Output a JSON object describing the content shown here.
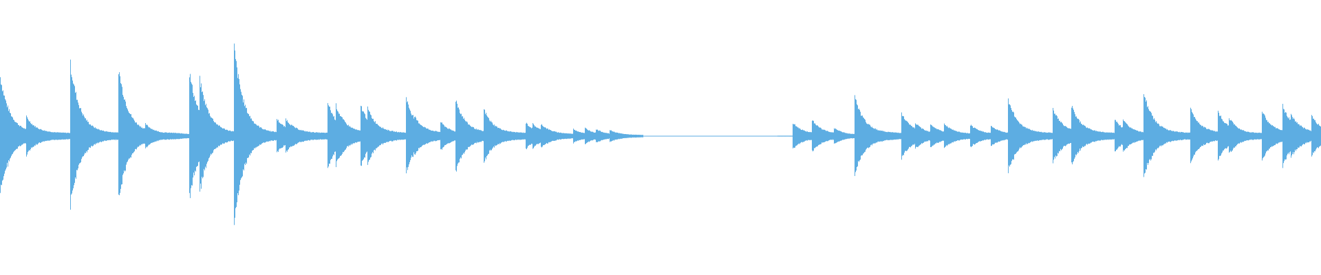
{
  "waveform": {
    "color": "#5DADE2",
    "background": "#FFFFFF",
    "duration_units": 1920,
    "silence_gap": {
      "start": 935,
      "end": 1130
    },
    "onsets": [
      {
        "t": 0,
        "amp": 0.58,
        "tail_floor": 0.03
      },
      {
        "t": 38,
        "amp": 0.19,
        "tail_floor": 0.03
      },
      {
        "t": 102,
        "amp": 0.7,
        "tail_floor": 0.03
      },
      {
        "t": 172,
        "amp": 0.66,
        "tail_floor": 0.03
      },
      {
        "t": 211,
        "amp": 0.12,
        "tail_floor": 0.02
      },
      {
        "t": 275,
        "amp": 0.62,
        "tail_floor": 0.03
      },
      {
        "t": 290,
        "amp": 0.55,
        "tail_floor": 0.03
      },
      {
        "t": 340,
        "amp": 0.86,
        "tail_floor": 0.03
      },
      {
        "t": 402,
        "amp": 0.17,
        "tail_floor": 0.03
      },
      {
        "t": 415,
        "amp": 0.17,
        "tail_floor": 0.03
      },
      {
        "t": 476,
        "amp": 0.33,
        "tail_floor": 0.03
      },
      {
        "t": 488,
        "amp": 0.3,
        "tail_floor": 0.03
      },
      {
        "t": 524,
        "amp": 0.3,
        "tail_floor": 0.03
      },
      {
        "t": 534,
        "amp": 0.27,
        "tail_floor": 0.03
      },
      {
        "t": 590,
        "amp": 0.37,
        "tail_floor": 0.03
      },
      {
        "t": 603,
        "amp": 0.18,
        "tail_floor": 0.03
      },
      {
        "t": 640,
        "amp": 0.14,
        "tail_floor": 0.02
      },
      {
        "t": 662,
        "amp": 0.36,
        "tail_floor": 0.03
      },
      {
        "t": 703,
        "amp": 0.26,
        "tail_floor": 0.03
      },
      {
        "t": 764,
        "amp": 0.13,
        "tail_floor": 0.02
      },
      {
        "t": 774,
        "amp": 0.12,
        "tail_floor": 0.02
      },
      {
        "t": 786,
        "amp": 0.12,
        "tail_floor": 0.02
      },
      {
        "t": 833,
        "amp": 0.07,
        "tail_floor": 0.01
      },
      {
        "t": 850,
        "amp": 0.08,
        "tail_floor": 0.01
      },
      {
        "t": 866,
        "amp": 0.07,
        "tail_floor": 0.01
      },
      {
        "t": 886,
        "amp": 0.06,
        "tail_floor": 0.01
      },
      {
        "t": 1152,
        "amp": 0.13,
        "tail_floor": 0.02
      },
      {
        "t": 1180,
        "amp": 0.16,
        "tail_floor": 0.02
      },
      {
        "t": 1212,
        "amp": 0.08,
        "tail_floor": 0.01
      },
      {
        "t": 1242,
        "amp": 0.38,
        "tail_floor": 0.03
      },
      {
        "t": 1310,
        "amp": 0.22,
        "tail_floor": 0.03
      },
      {
        "t": 1330,
        "amp": 0.13,
        "tail_floor": 0.02
      },
      {
        "t": 1352,
        "amp": 0.12,
        "tail_floor": 0.02
      },
      {
        "t": 1372,
        "amp": 0.12,
        "tail_floor": 0.02
      },
      {
        "t": 1410,
        "amp": 0.11,
        "tail_floor": 0.02
      },
      {
        "t": 1440,
        "amp": 0.1,
        "tail_floor": 0.02
      },
      {
        "t": 1465,
        "amp": 0.36,
        "tail_floor": 0.03
      },
      {
        "t": 1530,
        "amp": 0.27,
        "tail_floor": 0.03
      },
      {
        "t": 1557,
        "amp": 0.3,
        "tail_floor": 0.03
      },
      {
        "t": 1620,
        "amp": 0.16,
        "tail_floor": 0.02
      },
      {
        "t": 1632,
        "amp": 0.16,
        "tail_floor": 0.02
      },
      {
        "t": 1662,
        "amp": 0.43,
        "tail_floor": 0.03
      },
      {
        "t": 1730,
        "amp": 0.27,
        "tail_floor": 0.03
      },
      {
        "t": 1770,
        "amp": 0.24,
        "tail_floor": 0.03
      },
      {
        "t": 1786,
        "amp": 0.18,
        "tail_floor": 0.02
      },
      {
        "t": 1834,
        "amp": 0.24,
        "tail_floor": 0.03
      },
      {
        "t": 1864,
        "amp": 0.3,
        "tail_floor": 0.03
      },
      {
        "t": 1876,
        "amp": 0.22,
        "tail_floor": 0.03
      },
      {
        "t": 1906,
        "amp": 0.2,
        "tail_floor": 0.03
      }
    ]
  }
}
